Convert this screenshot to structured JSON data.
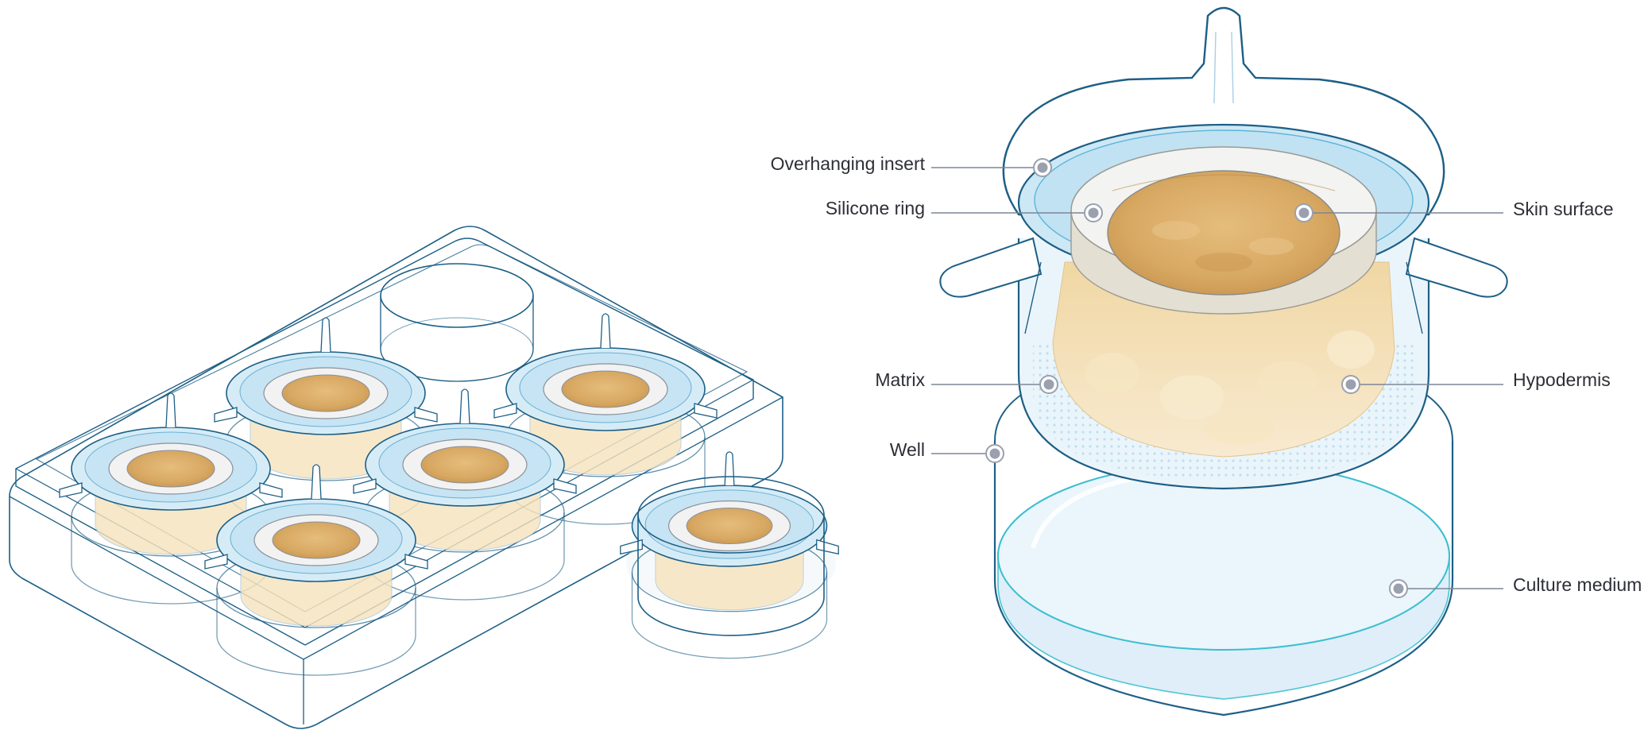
{
  "labels": {
    "overhanging_insert": "Overhanging insert",
    "silicone_ring": "Silicone ring",
    "matrix": "Matrix",
    "well": "Well",
    "skin_surface": "Skin surface",
    "hypodermis": "Hypodermis",
    "culture_medium": "Culture medium"
  },
  "colors": {
    "outline": "#1d5f86",
    "insert_fill": "#d5ecf7",
    "medium": "#e6f3fb",
    "medium_rim": "#3bbfcf",
    "skin": "#d7a862",
    "hypodermis": "#f3dfb4",
    "ring": "#f2f2f2",
    "marker": "#9aa0ae",
    "leader": "#7d8696",
    "text": "#2d2f36"
  }
}
